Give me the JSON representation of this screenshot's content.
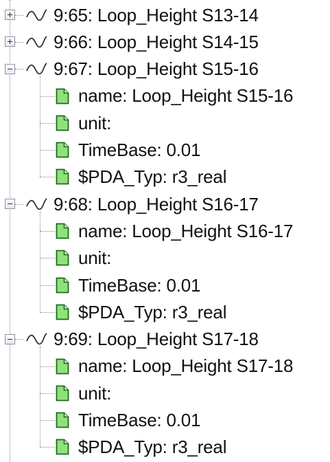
{
  "tree": {
    "nodes": [
      {
        "label": "9:65: Loop_Height S13-14",
        "expanded": false,
        "children": []
      },
      {
        "label": "9:66: Loop_Height S14-15",
        "expanded": false,
        "children": []
      },
      {
        "label": "9:67: Loop_Height S15-16",
        "expanded": true,
        "children": [
          "name: Loop_Height S15-16",
          "unit:",
          "TimeBase: 0.01",
          "$PDA_Typ: r3_real"
        ]
      },
      {
        "label": "9:68: Loop_Height S16-17",
        "expanded": true,
        "children": [
          "name: Loop_Height S16-17",
          "unit:",
          "TimeBase: 0.01",
          "$PDA_Typ: r3_real"
        ]
      },
      {
        "label": "9:69: Loop_Height S17-18",
        "expanded": true,
        "children": [
          "name: Loop_Height S17-18",
          "unit:",
          "TimeBase: 0.01",
          "$PDA_Typ: r3_real"
        ]
      }
    ]
  },
  "icons": {
    "node_icon": "signal-wave-icon",
    "leaf_icon": "property-document-icon",
    "collapsed_icon": "expand-plus-icon",
    "expanded_icon": "collapse-minus-icon"
  },
  "colors": {
    "leaf_fill": "#8fe27a",
    "leaf_border": "#1f6a1c",
    "tree_line": "#8a8a8a",
    "text": "#111111"
  }
}
